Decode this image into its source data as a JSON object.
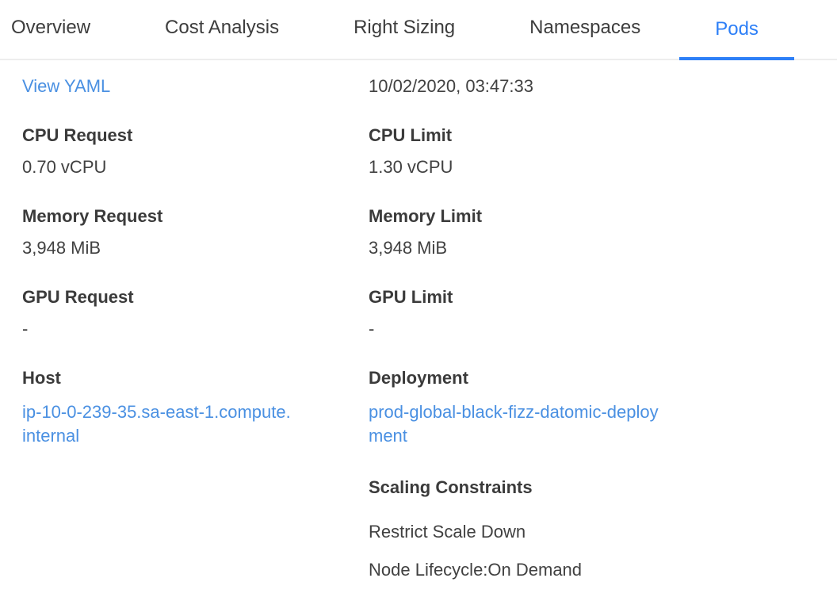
{
  "tabs": {
    "items": [
      {
        "label": "Overview",
        "active": false
      },
      {
        "label": "Cost Analysis",
        "active": false
      },
      {
        "label": "Right Sizing",
        "active": false
      },
      {
        "label": "Namespaces",
        "active": false
      },
      {
        "label": "Pods",
        "active": true
      }
    ]
  },
  "detail": {
    "left": {
      "view_yaml": "View YAML",
      "fields": [
        {
          "label": "CPU Request",
          "value": "0.70 vCPU"
        },
        {
          "label": "Memory Request",
          "value": "3,948 MiB"
        },
        {
          "label": "GPU Request",
          "value": "-"
        }
      ],
      "host": {
        "label": "Host",
        "value": "ip-10-0-239-35.sa-east-1.compute.internal"
      }
    },
    "right": {
      "timestamp": "10/02/2020, 03:47:33",
      "fields": [
        {
          "label": "CPU Limit",
          "value": "1.30 vCPU"
        },
        {
          "label": "Memory Limit",
          "value": "3,948 MiB"
        },
        {
          "label": "GPU Limit",
          "value": "-"
        }
      ],
      "deployment": {
        "label": "Deployment",
        "value": "prod-global-black-fizz-datomic-deployment"
      },
      "scaling": {
        "heading": "Scaling Constraints",
        "items": [
          "Restrict Scale Down",
          "Node Lifecycle:On Demand"
        ]
      }
    }
  },
  "colors": {
    "accent_blue": "#2d7ff7",
    "link_blue": "#4a90e2",
    "text_dark": "#3d3d3d",
    "divider_gray": "#ededed"
  }
}
